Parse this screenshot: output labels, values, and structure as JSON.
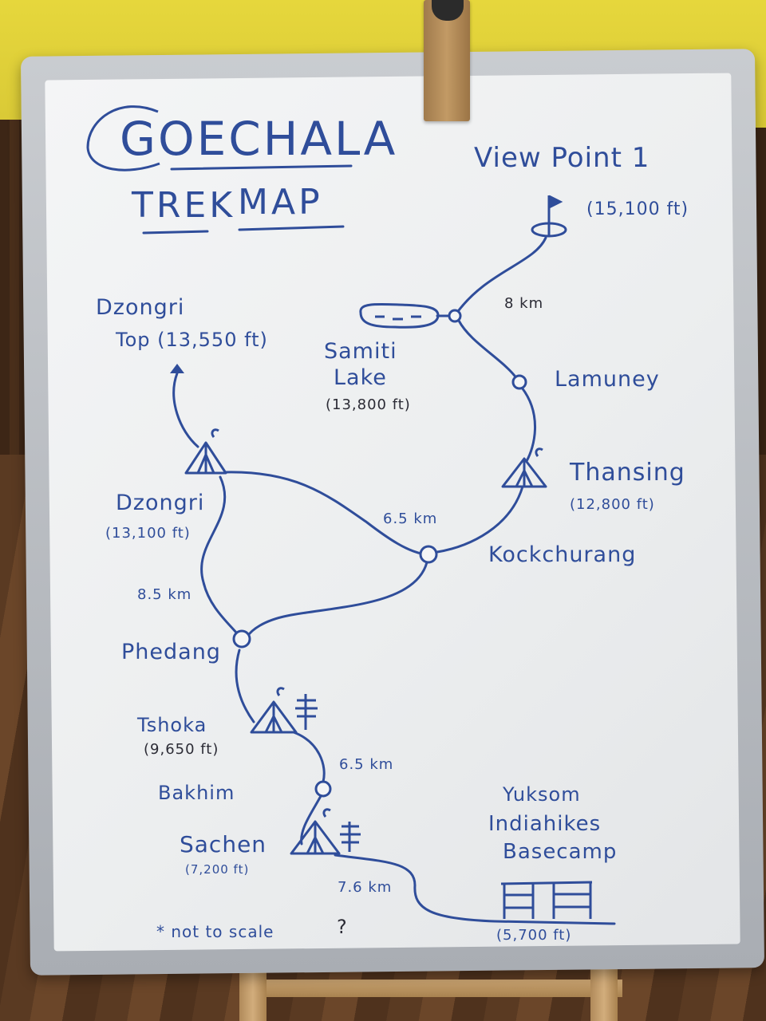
{
  "title": {
    "line1": "GOECHALA",
    "line2_word1": "TREK",
    "line2_word2": "MAP"
  },
  "places": {
    "viewpoint": {
      "name": "View Point 1",
      "altitude": "(15,100 ft)"
    },
    "samiti": {
      "name_line1": "Samiti",
      "name_line2": "Lake",
      "altitude": "(13,800 ft)"
    },
    "lamuney": {
      "name": "Lamuney"
    },
    "thansing": {
      "name": "Thansing",
      "altitude": "(12,800 ft)"
    },
    "kockchurang": {
      "name": "Kockchurang"
    },
    "dzongri_top": {
      "name_line1": "Dzongri",
      "name_line2": "Top (13,550 ft)"
    },
    "dzongri": {
      "name": "Dzongri",
      "altitude": "(13,100 ft)"
    },
    "phedang": {
      "name": "Phedang"
    },
    "tshoka": {
      "name": "Tshoka",
      "altitude": "(9,650 ft)"
    },
    "bakhim": {
      "name": "Bakhim"
    },
    "sachen": {
      "name": "Sachen",
      "altitude": "(7,200 ft)"
    },
    "yuksom": {
      "name_line1": "Yuksom",
      "name_line2": "Indiahikes",
      "name_line3": "Basecamp",
      "altitude": "(5,700 ft)"
    }
  },
  "distances": {
    "viewpoint_segment": "8 km",
    "kockchurang_dzongri": "6.5 km",
    "dzongri_phedang": "8.5 km",
    "tshoka_sachen": "6.5 km",
    "sachen_yuksom": "7.6 km"
  },
  "footnote": "* not to scale",
  "corner_mark": "?",
  "colors": {
    "marker_blue": "#2f4d9a",
    "marker_dark": "#2b2b35",
    "board": "#eef0f1"
  }
}
